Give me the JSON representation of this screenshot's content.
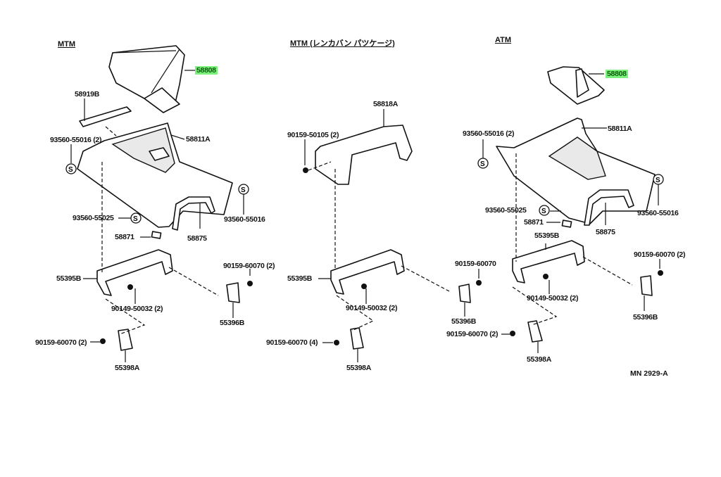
{
  "diagram": {
    "title_code": "MN 2929-A",
    "highlight_color": "#7cf07c",
    "symbol_label": "S",
    "sections": [
      {
        "heading": "MTM",
        "parts": {
          "boot": "58808",
          "plate": "58919B",
          "console": "58811A",
          "clip_top": "93560-55016 (2)",
          "clip_mid": "93560-55025",
          "clip_right": "93560-55016",
          "pad": "58871",
          "bezel": "58875",
          "bracket": "55395B",
          "bolt_bracket": "90149-50032 (2)",
          "screw_right": "90159-60070 (2)",
          "stay_right": "55396B",
          "screw_left": "90159-60070 (2)",
          "stay_left": "55398A"
        }
      },
      {
        "heading": "MTM (レンカバン パツケージ)",
        "parts": {
          "cover": "58818A",
          "screw_cover": "90159-50105 (2)",
          "bracket": "55395B",
          "bolt_bracket": "90149-50032 (2)",
          "screw_right": "90159-60070",
          "stay_right": "55396B",
          "screw_left": "90159-60070 (4)",
          "stay_left": "55398A"
        }
      },
      {
        "heading": "ATM",
        "parts": {
          "boot": "58808",
          "console": "58811A",
          "clip_top": "93560-55016 (2)",
          "clip_mid": "93560-55025",
          "clip_right": "93560-55016",
          "pad": "58871",
          "bezel": "58875",
          "bracket": "55395B",
          "bolt_bracket": "90149-50032 (2)",
          "screw_right": "90159-60070 (2)",
          "stay_right": "55396B",
          "screw_left": "90159-60070 (2)",
          "stay_left": "55398A"
        }
      }
    ]
  }
}
